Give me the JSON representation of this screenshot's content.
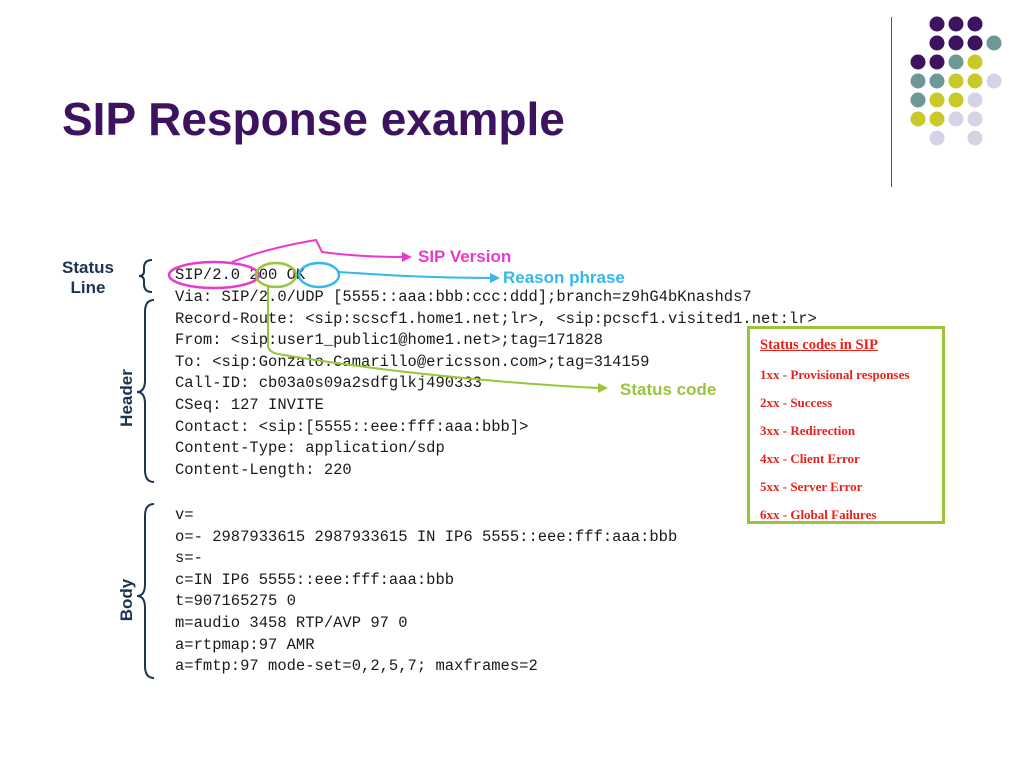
{
  "title": "SIP Response example",
  "labels": {
    "status_line": "Status\nLine",
    "header": "Header",
    "body": "Body"
  },
  "annotations": {
    "sip_version": "SIP Version",
    "reason_phrase": "Reason phrase",
    "status_code": "Status code"
  },
  "status_line_code": "SIP/2.0 200 OK",
  "header_lines": [
    "Via: SIP/2.0/UDP [5555::aaa:bbb:ccc:ddd];branch=z9hG4bKnashds7",
    "Record-Route: <sip:scscf1.home1.net;lr>, <sip:pcscf1.visited1.net:lr>",
    "From: <sip:user1_public1@home1.net>;tag=171828",
    "To: <sip:Gonzalo.Camarillo@ericsson.com>;tag=314159",
    "Call-ID: cb03a0s09a2sdfglkj490333",
    "CSeq: 127 INVITE",
    "Contact: <sip:[5555::eee:fff:aaa:bbb]>",
    "Content-Type: application/sdp",
    "Content-Length: 220"
  ],
  "body_lines": [
    "v=",
    "o=- 2987933615 2987933615 IN IP6 5555::eee:fff:aaa:bbb",
    "s=-",
    "c=IN IP6 5555::eee:fff:aaa:bbb",
    "t=907165275 0",
    "m=audio 3458 RTP/AVP 97 0",
    "a=rtpmap:97 AMR",
    "a=fmtp:97 mode-set=0,2,5,7; maxframes=2"
  ],
  "status_codes_box": {
    "heading": "Status codes in SIP",
    "items": [
      "1xx - Provisional responses",
      "2xx - Success",
      "3xx - Redirection",
      "4xx - Client Error",
      "5xx - Server Error",
      "6xx - Global Failures"
    ]
  },
  "colors": {
    "title": "#3d1360",
    "sip_version": "#e83ad0",
    "reason_phrase": "#37b8ea",
    "status_code": "#9ac43b",
    "box_text": "#e8221b",
    "dot_purple": "#3d1360",
    "dot_teal": "#6e9797",
    "dot_yellow": "#c9c92a",
    "dot_lilac": "#d4d4e6"
  }
}
